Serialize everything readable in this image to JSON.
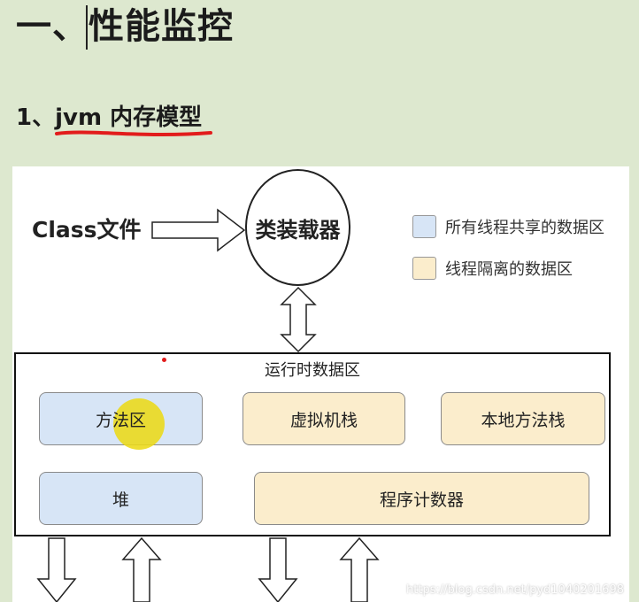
{
  "document": {
    "heading_1": "一、性能监控",
    "heading_2": "1、jvm 内存模型"
  },
  "diagram": {
    "class_file": "Class文件",
    "class_loader": "类装载器",
    "legend": [
      {
        "label": "所有线程共享的数据区",
        "color": "#d7e5f6"
      },
      {
        "label": "线程隔离的数据区",
        "color": "#fbedcc"
      }
    ],
    "runtime_area": {
      "title": "运行时数据区",
      "method_area": "方法区",
      "vm_stack": "虚拟机栈",
      "native_method_stack": "本地方法栈",
      "heap": "堆",
      "program_counter": "程序计数器"
    }
  },
  "colors": {
    "shared": "#d7e5f6",
    "isolated": "#fbedcc",
    "highlight": "#ecda18",
    "annotation": "#e21c1c"
  },
  "watermark": "https://blog.csdn.net/pyd1040201698"
}
